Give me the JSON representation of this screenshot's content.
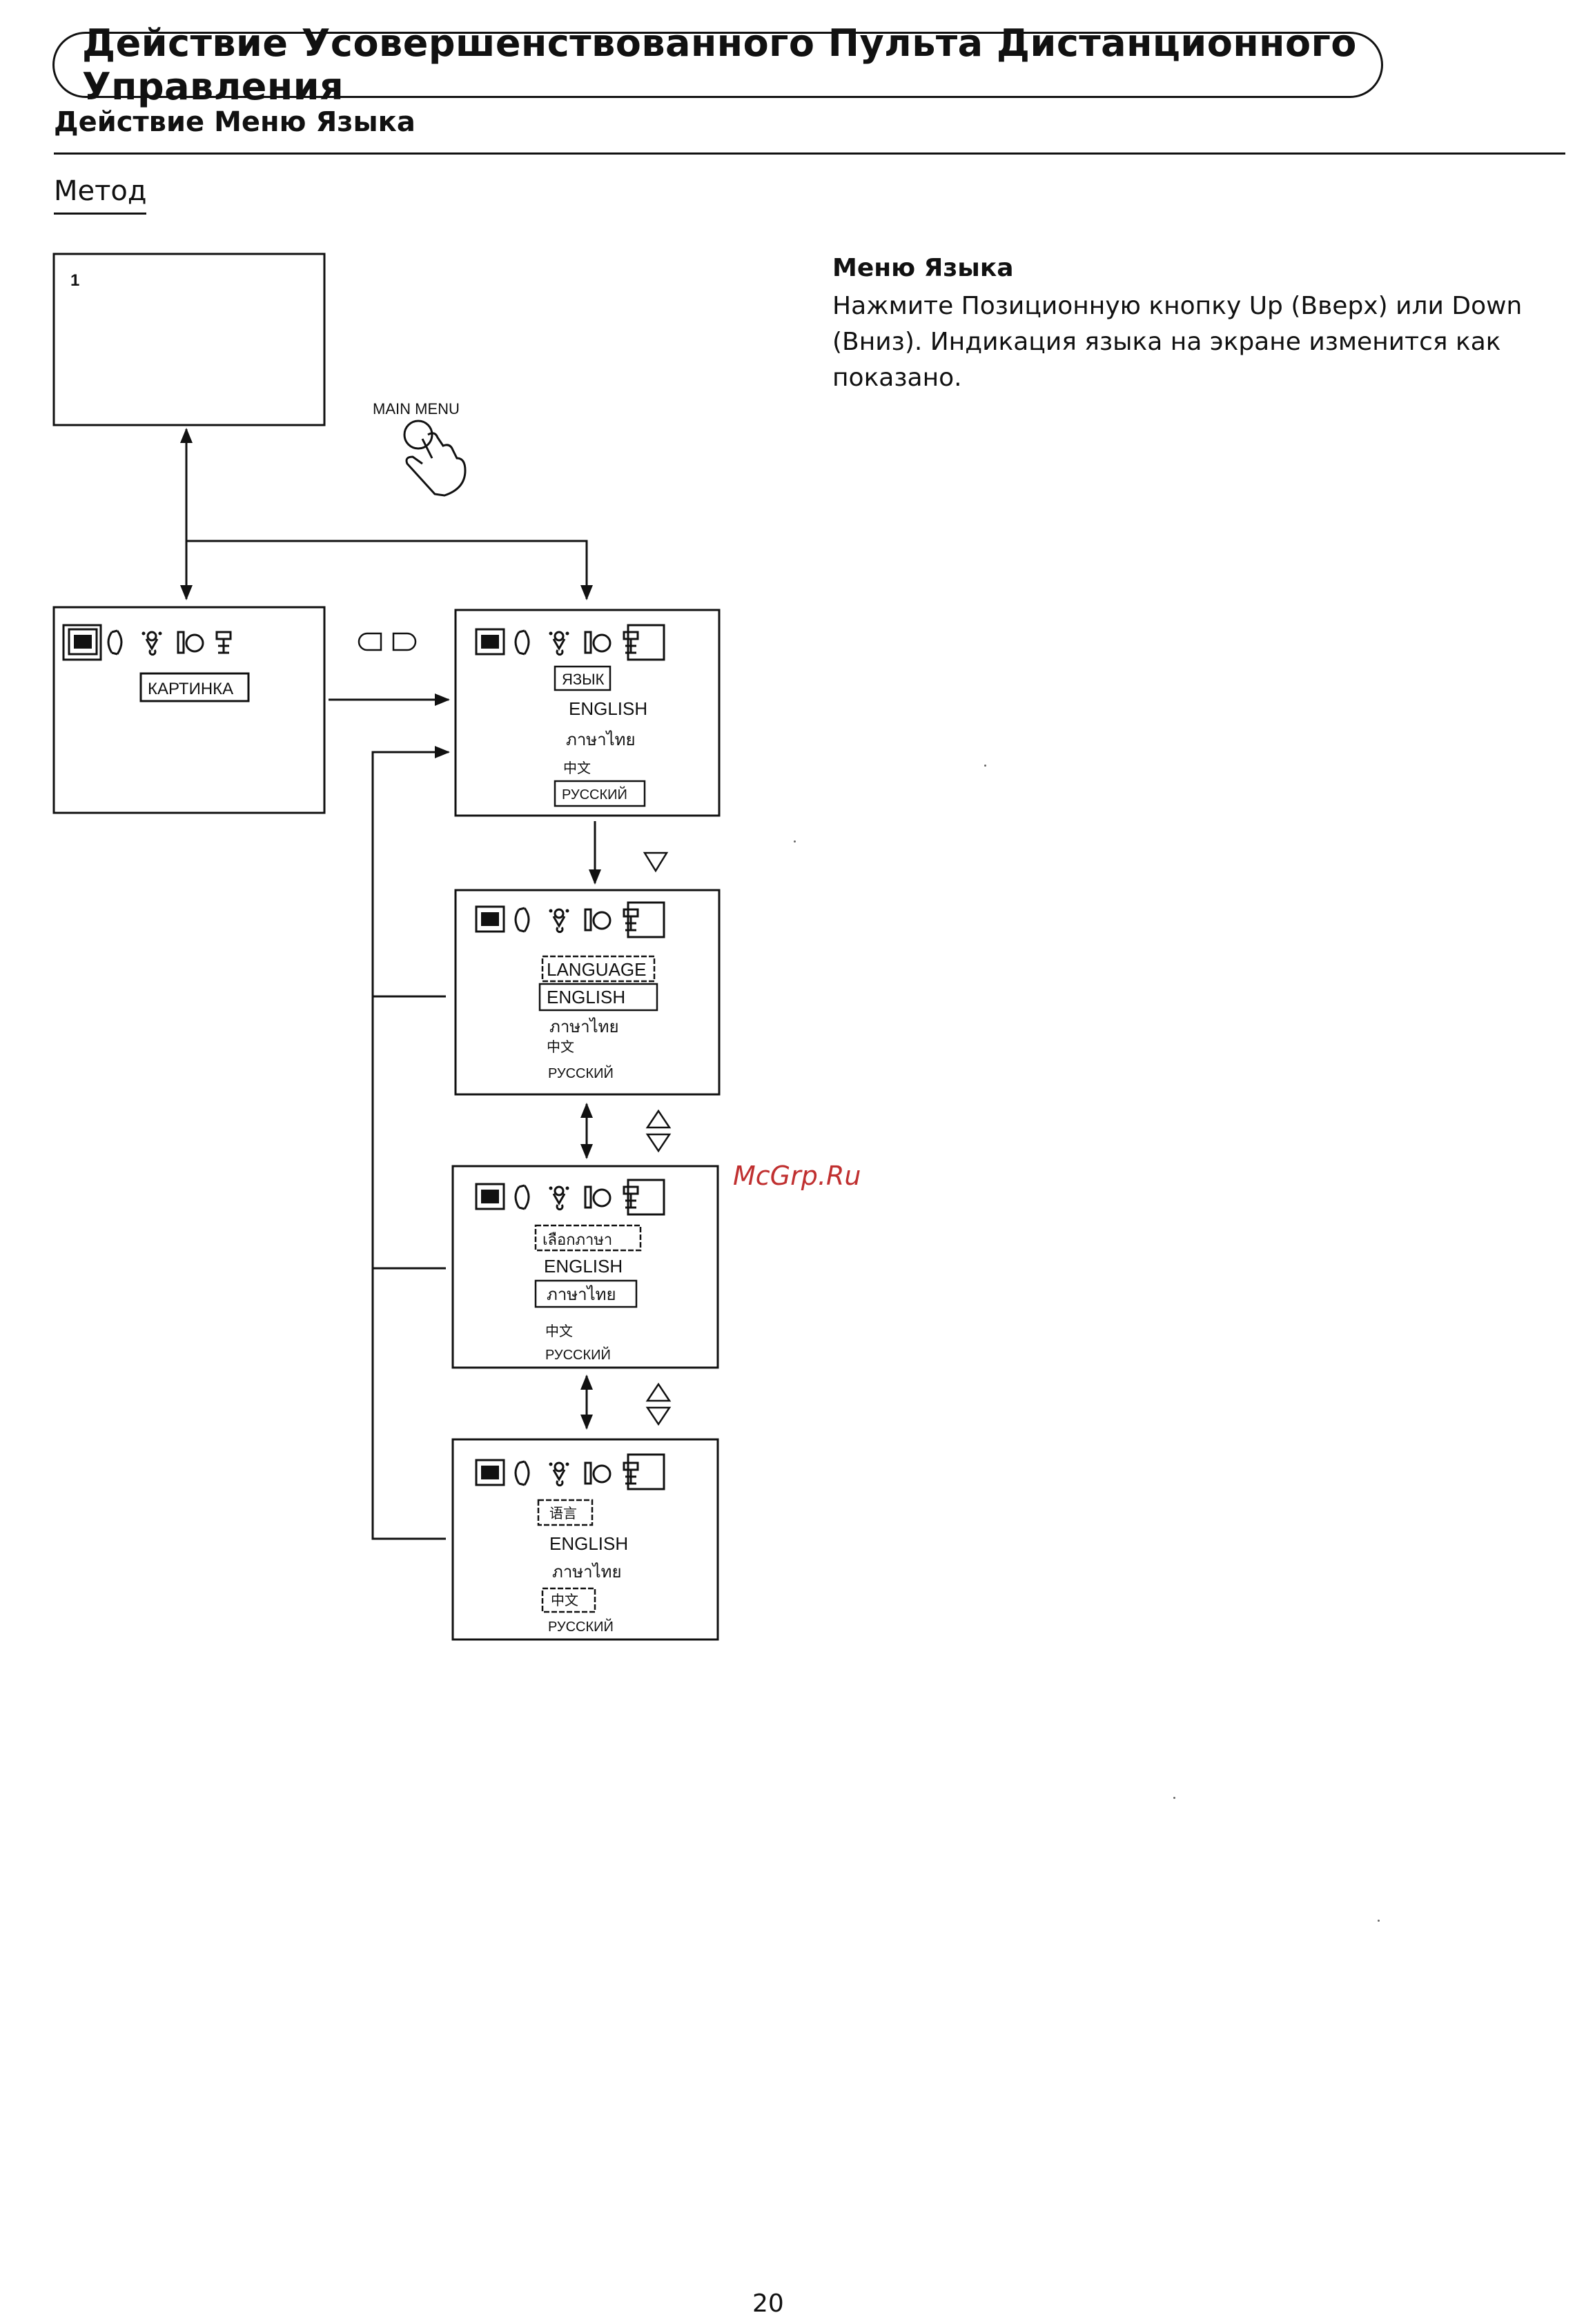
{
  "header": {
    "title": "Действие Усовершенствованного Пульта Дистанционного Управления",
    "section": "Действие Меню Языка",
    "method": "Метод"
  },
  "description": {
    "heading": "Меню Языка",
    "body": "Нажмите Позиционную кнопку Up (Вверх) или Down (Вниз). Индикация языка на экране изменится как показано."
  },
  "diagram": {
    "screen1_number": "1",
    "main_menu_label": "MAIN MENU",
    "picture_label": "КАРТИНКА",
    "language_screens": [
      {
        "heading": "ЯЗЫК",
        "items": [
          "ENGLISH",
          "ภาษาไทย",
          "中文",
          "РУССКИЙ"
        ]
      },
      {
        "heading": "LANGUAGE",
        "items": [
          "ENGLISH",
          "ภาษาไทย",
          "中文",
          "РУССКИЙ"
        ]
      },
      {
        "heading": "เลือกภาษา",
        "items": [
          "ENGLISH",
          "ภาษาไทย",
          "中文",
          "РУССКИЙ"
        ]
      },
      {
        "heading": "语言",
        "items": [
          "ENGLISH",
          "ภาษาไทย",
          "中文",
          "РУССКИЙ"
        ]
      }
    ]
  },
  "watermark": "McGrp.Ru",
  "page_number": "20"
}
